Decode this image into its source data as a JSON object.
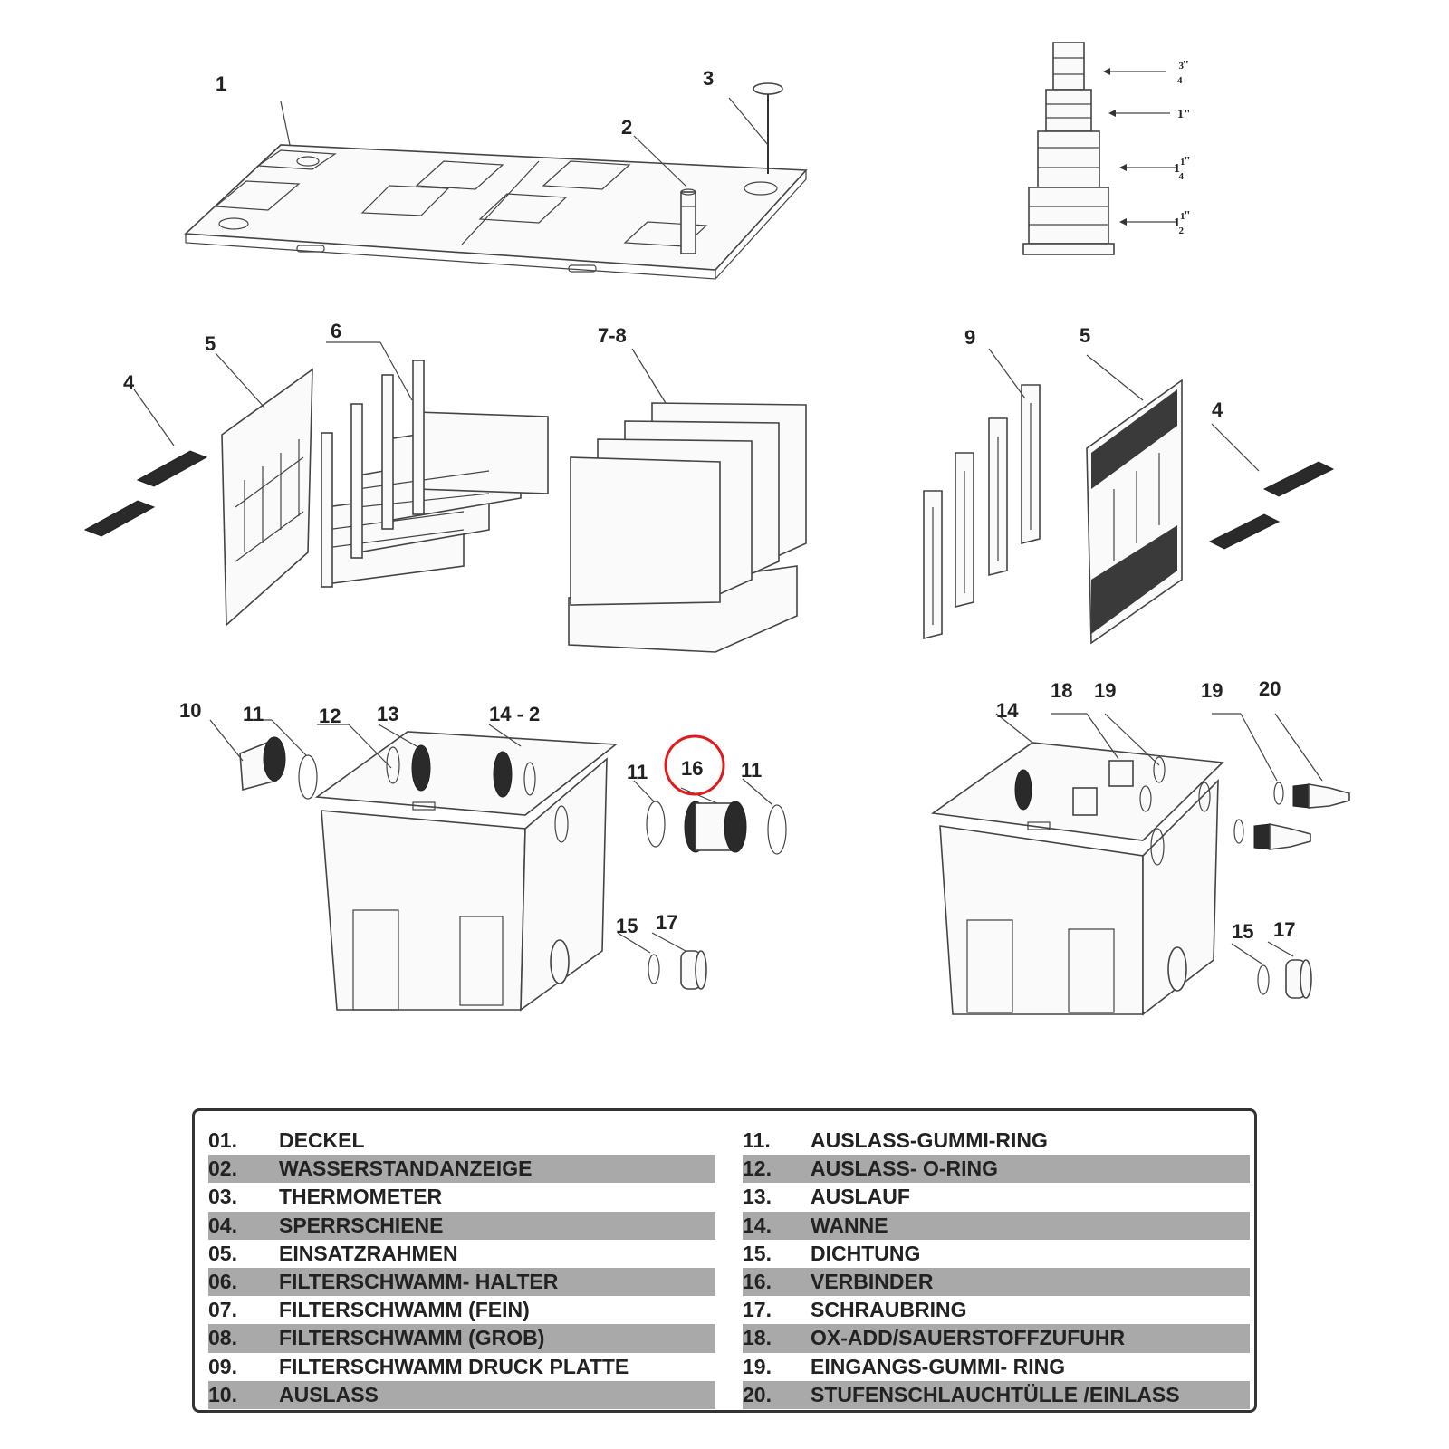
{
  "callouts": {
    "c1": "1",
    "c2": "2",
    "c3": "3",
    "c4a": "4",
    "c5a": "5",
    "c6": "6",
    "c78": "7-8",
    "c9": "9",
    "c5b": "5",
    "c4b": "4",
    "c10": "10",
    "c11a": "11",
    "c12": "12",
    "c13": "13",
    "c142": "14 - 2",
    "c11b": "11",
    "c16": "16",
    "c11c": "11",
    "c15a": "15",
    "c17a": "17",
    "c14": "14",
    "c18": "18",
    "c19a": "19",
    "c19b": "19",
    "c20": "20",
    "c15b": "15",
    "c17b": "17"
  },
  "hose_sizes": [
    {
      "whole": "",
      "num": "3",
      "den": "4",
      "mark": "\""
    },
    {
      "whole": "1",
      "num": "",
      "den": "",
      "mark": "\""
    },
    {
      "whole": "1",
      "num": "1",
      "den": "4",
      "mark": "\""
    },
    {
      "whole": "1",
      "num": "1",
      "den": "2",
      "mark": "\""
    }
  ],
  "highlight": {
    "part": "16",
    "color": "#e11b1b"
  },
  "legend": {
    "left": [
      {
        "num": "01.",
        "name": "DECKEL"
      },
      {
        "num": "02.",
        "name": "WASSERSTANDANZEIGE"
      },
      {
        "num": "03.",
        "name": "THERMOMETER"
      },
      {
        "num": "04.",
        "name": "SPERRSCHIENE"
      },
      {
        "num": "05.",
        "name": "EINSATZRAHMEN"
      },
      {
        "num": "06.",
        "name": "FILTERSCHWAMM- HALTER"
      },
      {
        "num": "07.",
        "name": "FILTERSCHWAMM (FEIN)"
      },
      {
        "num": "08.",
        "name": "FILTERSCHWAMM (GROB)"
      },
      {
        "num": "09.",
        "name": "FILTERSCHWAMM DRUCK PLATTE"
      },
      {
        "num": "10.",
        "name": "AUSLASS"
      }
    ],
    "right": [
      {
        "num": "11.",
        "name": "AUSLASS-GUMMI-RING"
      },
      {
        "num": "12.",
        "name": "AUSLASS- O-RING"
      },
      {
        "num": "13.",
        "name": "AUSLAUF"
      },
      {
        "num": "14.",
        "name": "WANNE"
      },
      {
        "num": "15.",
        "name": "DICHTUNG"
      },
      {
        "num": "16.",
        "name": "VERBINDER"
      },
      {
        "num": "17.",
        "name": "SCHRAUBRING"
      },
      {
        "num": "18.",
        "name": "OX-ADD/SAUERSTOFFZUFUHR"
      },
      {
        "num": "19.",
        "name": "EINGANGS-GUMMI- RING"
      },
      {
        "num": "20.",
        "name": "STUFENSCHLAUCHTÜLLE /EINLASS"
      }
    ]
  }
}
